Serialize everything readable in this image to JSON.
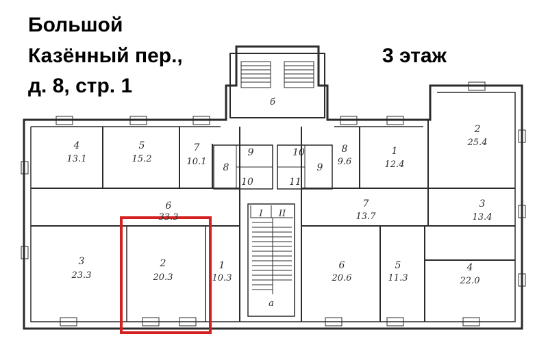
{
  "heading": {
    "line1": "Большой",
    "line2": "Казённый пер.,",
    "line3": "д. 8, стр. 1",
    "floor": "3 этаж"
  },
  "highlight_color": "#d42020",
  "rooms": {
    "r4_left": {
      "num": "4",
      "area": "13.1"
    },
    "r5_left": {
      "num": "5",
      "area": "15.2"
    },
    "r7_left": {
      "num": "7",
      "area": "10.1"
    },
    "r8_left": {
      "num": "8"
    },
    "r9_left": {
      "num": "9"
    },
    "r10_left": {
      "num": "10"
    },
    "r6_corr": {
      "num": "6",
      "area": "33.3"
    },
    "r3_left": {
      "num": "3",
      "area": "23.3"
    },
    "r2_left": {
      "num": "2",
      "area": "20.3"
    },
    "r1_left": {
      "num": "1",
      "area": "10.3"
    },
    "r10_right": {
      "num": "10"
    },
    "r11_right": {
      "num": "11"
    },
    "r9_right": {
      "num": "9"
    },
    "r8_right": {
      "num": "8",
      "area": "9.6"
    },
    "r1_right": {
      "num": "1",
      "area": "12.4"
    },
    "r2_right": {
      "num": "2",
      "area": "25.4"
    },
    "r3_right": {
      "num": "3",
      "area": "13.4"
    },
    "r7_right": {
      "num": "7",
      "area": "13.7"
    },
    "r6_right": {
      "num": "6",
      "area": "20.6"
    },
    "r5_right": {
      "num": "5",
      "area": "11.3"
    },
    "r4_right": {
      "num": "4",
      "area": "22.0"
    }
  },
  "stairs": {
    "b": "б",
    "a": "а",
    "I": "I",
    "II": "II"
  }
}
